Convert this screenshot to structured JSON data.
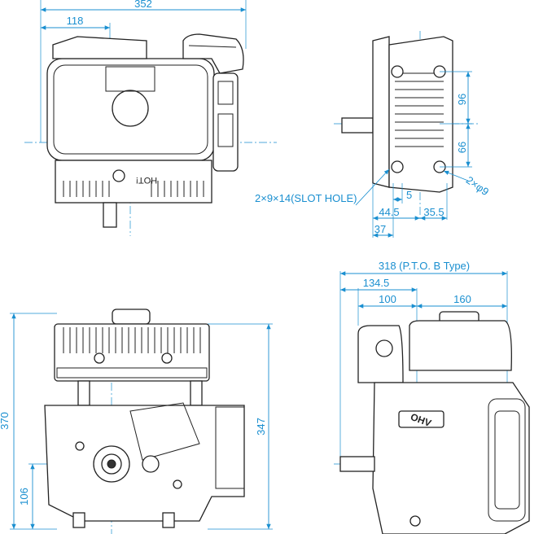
{
  "dimensions": {
    "top_width": "352",
    "top_offset": "118",
    "side_96": "96",
    "side_66": "66",
    "hole_spec": "2×φ9",
    "slot_hole": "2×9×14(SLOT HOLE)",
    "dim_5": "5",
    "dim_44_5": "44.5",
    "dim_35_5": "35.5",
    "dim_37": "37",
    "pto_width": "318 (P.T.O. B Type)",
    "dim_134_5": "134.5",
    "dim_100": "100",
    "dim_160": "160",
    "height_370": "370",
    "height_347": "347",
    "height_106": "106"
  },
  "labels": {
    "hot": "HOT!",
    "ohv": "OHV"
  },
  "colors": {
    "dimension": "#1a8fd0",
    "outline": "#222222"
  }
}
